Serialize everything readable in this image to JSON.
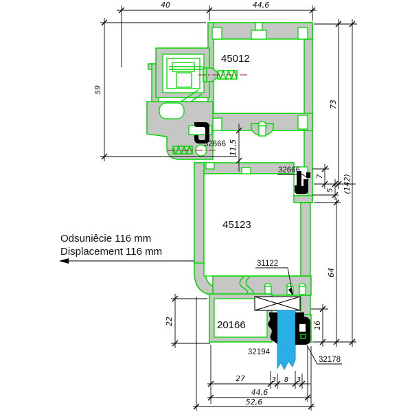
{
  "drawing": {
    "type": "cad-cross-section",
    "annotations": {
      "offset_line1": "Odsuniêcie 116 mm",
      "offset_line2": "Displacement 116 mm"
    },
    "part_labels": {
      "top_profile": "45012",
      "main_profile": "45123",
      "bottom_profile": "20166",
      "gasket_top": "32666",
      "gasket_right": "32666",
      "setting_block": "31122",
      "glazing_gasket_left": "32194",
      "glazing_gasket_right": "32178"
    },
    "dimensions": {
      "top_width_left": "40",
      "top_width_right": "44,6",
      "left_height": "59",
      "right_73": "73",
      "right_total": "(142)",
      "right_7": "7",
      "right_5": "5",
      "right_64": "64",
      "right_16": "16",
      "rebate_11_5": "11,5",
      "left_22": "22",
      "bottom_27": "27",
      "bottom_3a": "3",
      "bottom_8": "8",
      "bottom_3b": "3",
      "bottom_44_6": "44,6",
      "bottom_52_6": "52,6"
    },
    "colors": {
      "profile_outline": "#00d600",
      "aluminum_fill": "#c6c7c5",
      "glass_fill": "#29aee6",
      "gasket_fill": "#000000",
      "centerline": "#8c1e1e",
      "dimension_lines": "#000000"
    }
  }
}
